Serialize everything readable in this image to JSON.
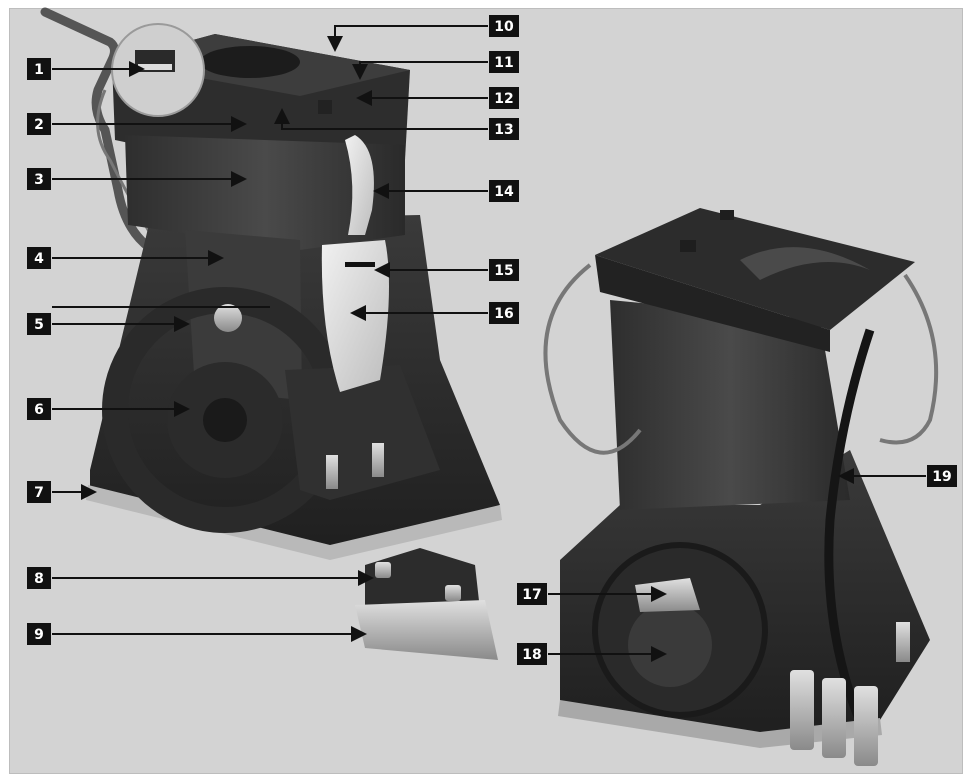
{
  "figure": {
    "background_color": "#d3d3d3",
    "frame_color": "#bdbdbd",
    "callouts": [
      {
        "id": "1",
        "label": "1"
      },
      {
        "id": "2",
        "label": "2"
      },
      {
        "id": "3",
        "label": "3"
      },
      {
        "id": "4",
        "label": "4"
      },
      {
        "id": "5",
        "label": "5"
      },
      {
        "id": "6",
        "label": "6"
      },
      {
        "id": "7",
        "label": "7"
      },
      {
        "id": "8",
        "label": "8"
      },
      {
        "id": "9",
        "label": "9"
      },
      {
        "id": "10",
        "label": "10"
      },
      {
        "id": "11",
        "label": "11"
      },
      {
        "id": "12",
        "label": "12"
      },
      {
        "id": "13",
        "label": "13"
      },
      {
        "id": "14",
        "label": "14"
      },
      {
        "id": "15",
        "label": "15"
      },
      {
        "id": "16",
        "label": "16"
      },
      {
        "id": "17",
        "label": "17"
      },
      {
        "id": "18",
        "label": "18"
      },
      {
        "id": "19",
        "label": "19"
      }
    ]
  }
}
